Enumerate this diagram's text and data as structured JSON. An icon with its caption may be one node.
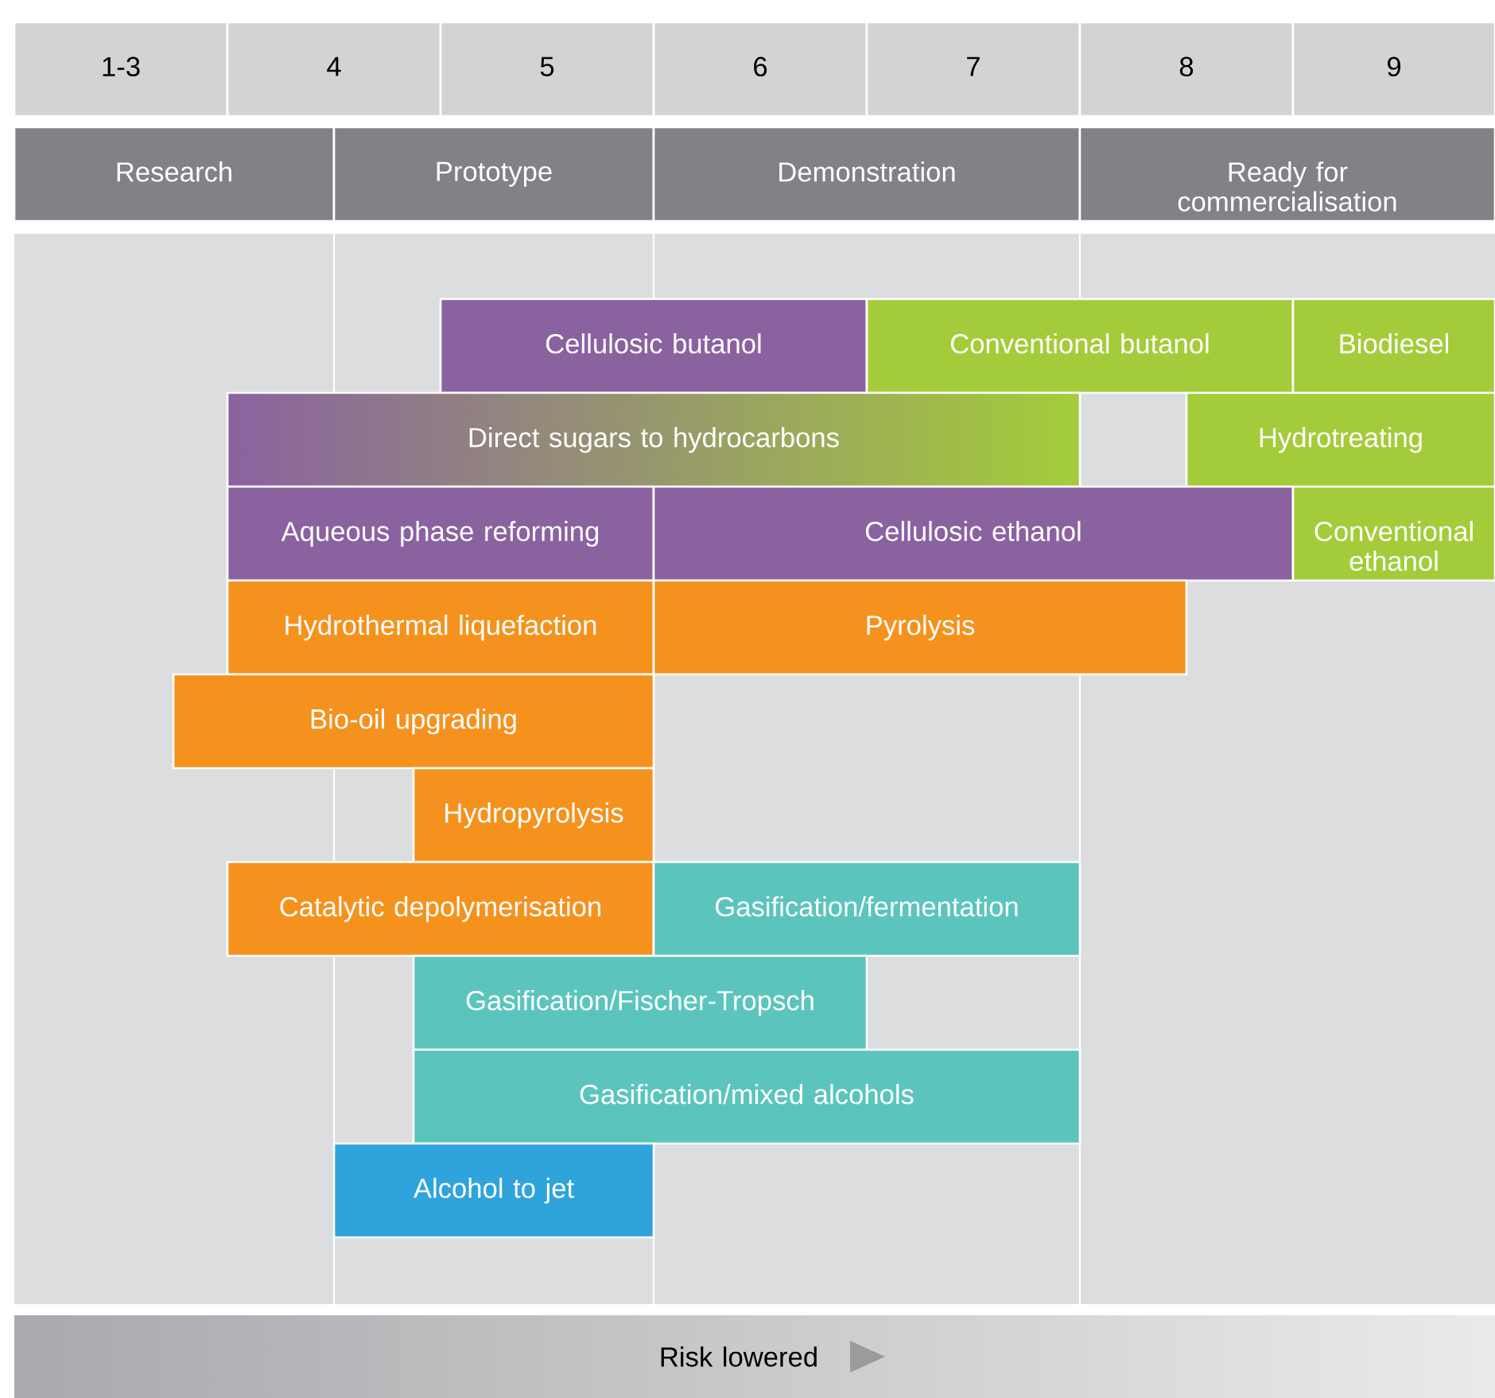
{
  "diagram": {
    "nodes": [
      {
        "text": [
          "1-3"
        ]
      },
      {
        "text": [
          "4"
        ]
      },
      {
        "text": [
          "5"
        ]
      },
      {
        "text": [
          "6"
        ]
      },
      {
        "text": [
          "7"
        ]
      },
      {
        "text": [
          "8"
        ]
      },
      {
        "text": [
          "9"
        ]
      },
      {
        "text": [
          "Research"
        ]
      },
      {
        "text": [
          "Prototype"
        ]
      },
      {
        "text": [
          "Demonstration"
        ]
      },
      {
        "text": [
          "Ready for commercialisation"
        ]
      },
      {
        "text": [
          "Cellulosic butanol"
        ]
      },
      {
        "text": [
          "Conventional butanol"
        ]
      },
      {
        "text": [
          "Biodiesel"
        ]
      },
      {
        "text": [
          "Direct sugars to hydrocarbons"
        ]
      },
      {
        "text": [
          "Hydrotreating"
        ]
      },
      {
        "text": [
          "Aqueous phase reforming"
        ]
      },
      {
        "text": [
          "Cellulosic ethanol"
        ]
      },
      {
        "text": [
          "Conventional ethanol"
        ]
      },
      {
        "text": [
          "Hydrothermal liquefaction"
        ]
      },
      {
        "text": [
          "Pyrolysis"
        ]
      },
      {
        "text": [
          "Bio-oil upgrading"
        ]
      },
      {
        "text": [
          "Hydropyrolysis"
        ]
      },
      {
        "text": [
          "Catalytic depolymerisation"
        ]
      },
      {
        "text": [
          "Gasification/fermentation"
        ]
      },
      {
        "text": [
          "Gasification/Fischer-Tropsch"
        ]
      },
      {
        "text": [
          "Gasification/mixed alcohols"
        ]
      },
      {
        "text": [
          "Alcohol to jet"
        ]
      },
      {
        "text": [
          "Risk lowered"
        ]
      }
    ]
  }
}
